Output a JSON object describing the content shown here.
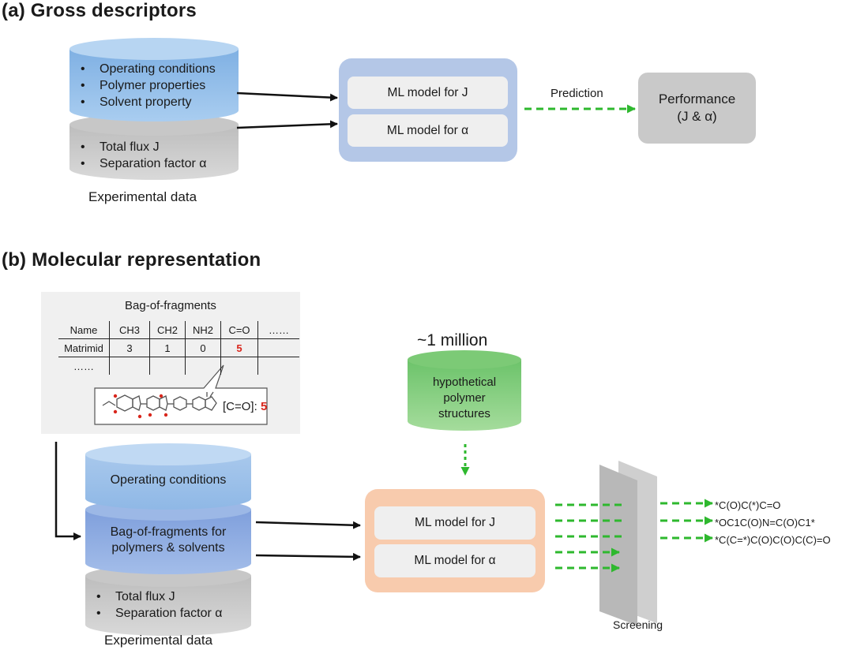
{
  "panel_a": {
    "title": "(a) Gross descriptors",
    "inputs": [
      "Operating conditions",
      "Polymer properties",
      "Solvent property"
    ],
    "targets": [
      "Total flux J",
      "Separation factor α"
    ],
    "db_label": "Experimental data",
    "models": [
      "ML model for J",
      "ML model for α"
    ],
    "prediction_label": "Prediction",
    "performance_line1": "Performance",
    "performance_line2": "(J & α)"
  },
  "panel_b": {
    "title": "(b) Molecular representation",
    "bof": {
      "title": "Bag-of-fragments",
      "headers": [
        "Name",
        "CH3",
        "CH2",
        "NH2",
        "C=O",
        "……"
      ],
      "row1": [
        "Matrimid",
        "3",
        "1",
        "0",
        "5",
        ""
      ],
      "row2": [
        "……",
        "",
        "",
        "",
        "",
        ""
      ],
      "callout_label": "[C=O]: ",
      "callout_value": "5"
    },
    "db_layers": [
      "Operating conditions",
      "Bag-of-fragments for polymers & solvents"
    ],
    "targets": [
      "Total flux J",
      "Separation factor α"
    ],
    "db_label": "Experimental data",
    "hypo_count": "~1 million",
    "hypo_label": "hypothetical polymer structures",
    "models": [
      "ML model for J",
      "ML model for α"
    ],
    "screening_label": "Screening",
    "smiles": [
      "*C(O)C(*)C=O",
      "*OC1C(O)N=C(O)C1*",
      "*C(C=*)C(O)C(O)C(C)=O"
    ]
  },
  "colors": {
    "blue_top": "#9cc3ea",
    "gray": "#cfcfcf",
    "model_frame_blue": "#b4c7e7",
    "model_frame_orange": "#f8cbad",
    "green": "#2eb82e",
    "green_db": "#8fd085",
    "red_value": "#d9261c"
  }
}
